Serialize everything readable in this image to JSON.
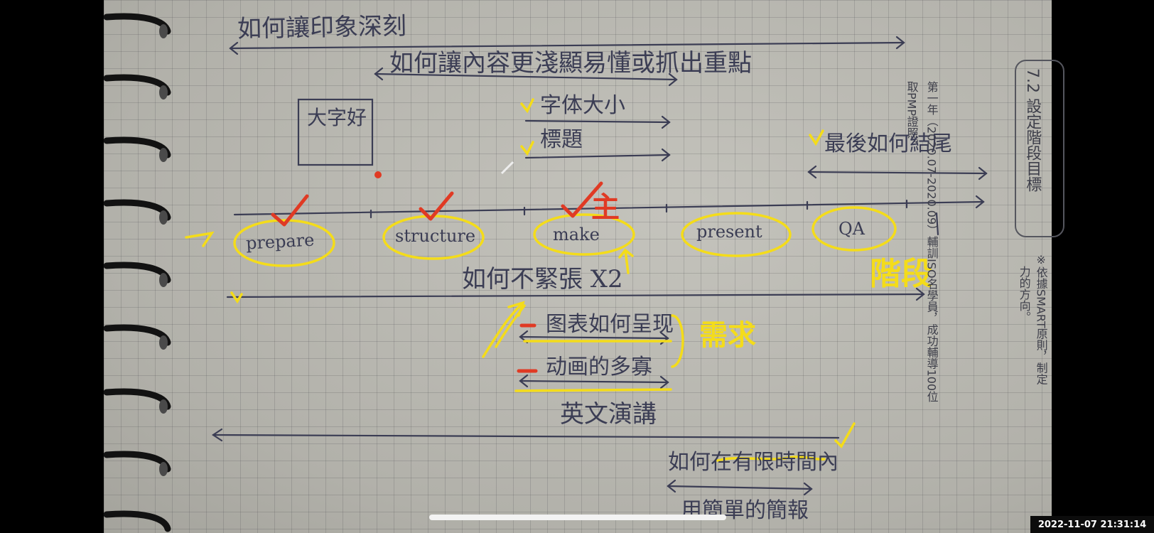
{
  "notes": {
    "title": "如何讓印象深刻",
    "subtitle": "如何讓內容更淺顯易懂或抓出重點",
    "box_label": "大字好",
    "font_size_note": "字体大小",
    "heading_note": "標題",
    "ending_note": "最後如何結尾",
    "no_nerves": "如何不緊張 X2",
    "chart_note": "图表如何呈现",
    "animation_note": "动画的多寡",
    "english_speech": "英文演講",
    "limited_time": "如何在有限時間內",
    "concise_report": "用簡單的簡報"
  },
  "stages": [
    "prepare",
    "structure",
    "make",
    "present",
    "QA"
  ],
  "annotations": {
    "main": "主",
    "needs": "需求",
    "phase": "階段"
  },
  "book_page": {
    "section_title": "7.2 設定階段目標",
    "side_line_1": "第一年（2020.07-2020.09）輔訓ISO名學員，成功輔導100位",
    "side_line_2": "取PMP證照。",
    "bullet_line": "※依據SMART原則，制定",
    "bullet_line_2": "力的方向。"
  },
  "camera": {
    "timestamp": "2022-11-07  21:31:14"
  },
  "colors": {
    "ink": "#3b3d54",
    "highlighter": "#f4dc1a",
    "red_pen": "#e03a24",
    "paper": "#b7b6af"
  }
}
